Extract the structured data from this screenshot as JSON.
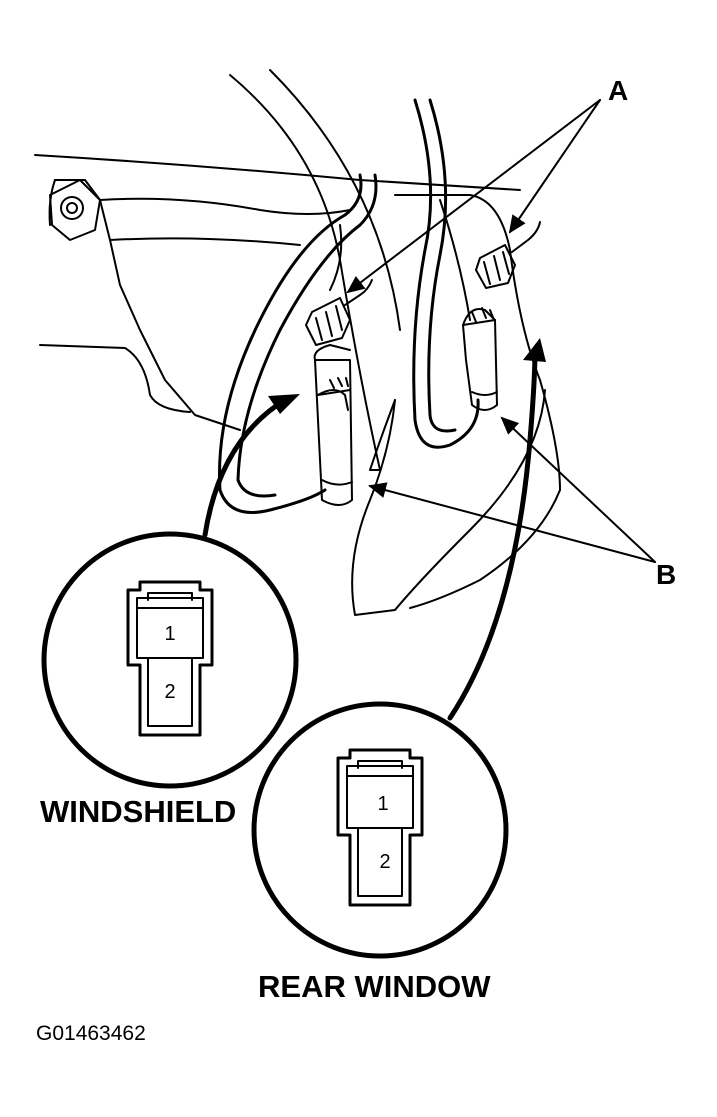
{
  "labels": {
    "callout_a": "A",
    "callout_b": "B",
    "windshield": "WINDSHIELD",
    "rear_window": "REAR WINDOW",
    "figure_id": "G01463462"
  },
  "connectors": {
    "windshield": {
      "pin_1": "1",
      "pin_2": "2"
    },
    "rear_window": {
      "pin_1": "1",
      "pin_2": "2"
    }
  }
}
